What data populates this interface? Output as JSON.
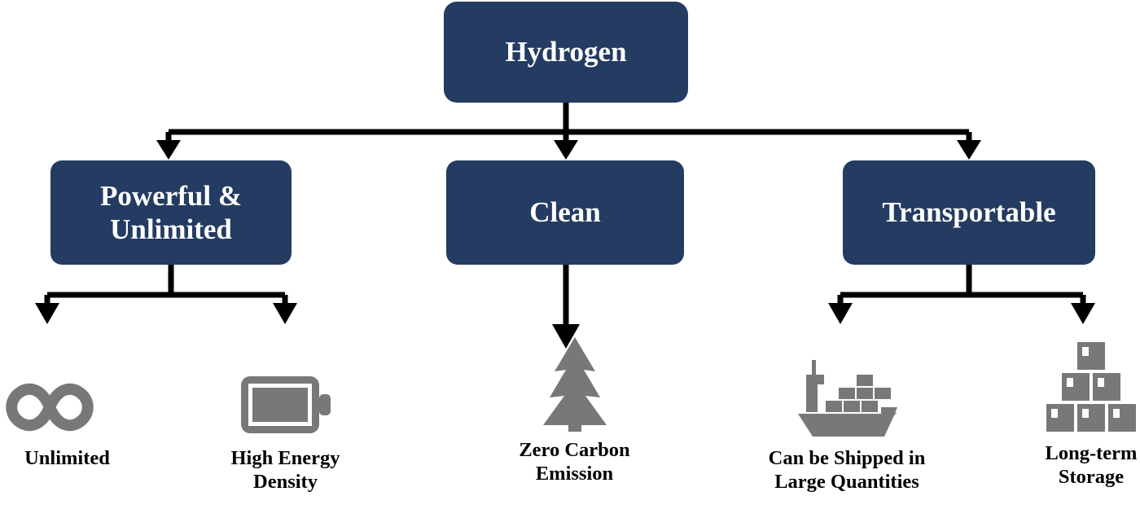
{
  "diagram": {
    "title": "Hydrogen advantages tree diagram",
    "colors": {
      "node_fill": "#243B62",
      "node_text": "#FFFFFF",
      "connector": "#000000",
      "icon_gray": "#787878",
      "caption_text": "#000000",
      "background": "#FFFFFF"
    },
    "root": {
      "label": "Hydrogen"
    },
    "branches": [
      {
        "label": "Powerful &\nUnlimited",
        "leaves": [
          {
            "icon": "infinity-icon",
            "caption": "Unlimited"
          },
          {
            "icon": "battery-full-icon",
            "caption": "High Energy\nDensity"
          }
        ]
      },
      {
        "label": "Clean",
        "leaves": [
          {
            "icon": "pine-tree-icon",
            "caption": "Zero Carbon\nEmission"
          }
        ]
      },
      {
        "label": "Transportable",
        "leaves": [
          {
            "icon": "cargo-ship-icon",
            "caption": "Can be Shipped in\nLarge Quantities"
          },
          {
            "icon": "stacked-boxes-icon",
            "caption": "Long-term\nStorage"
          }
        ]
      }
    ]
  }
}
